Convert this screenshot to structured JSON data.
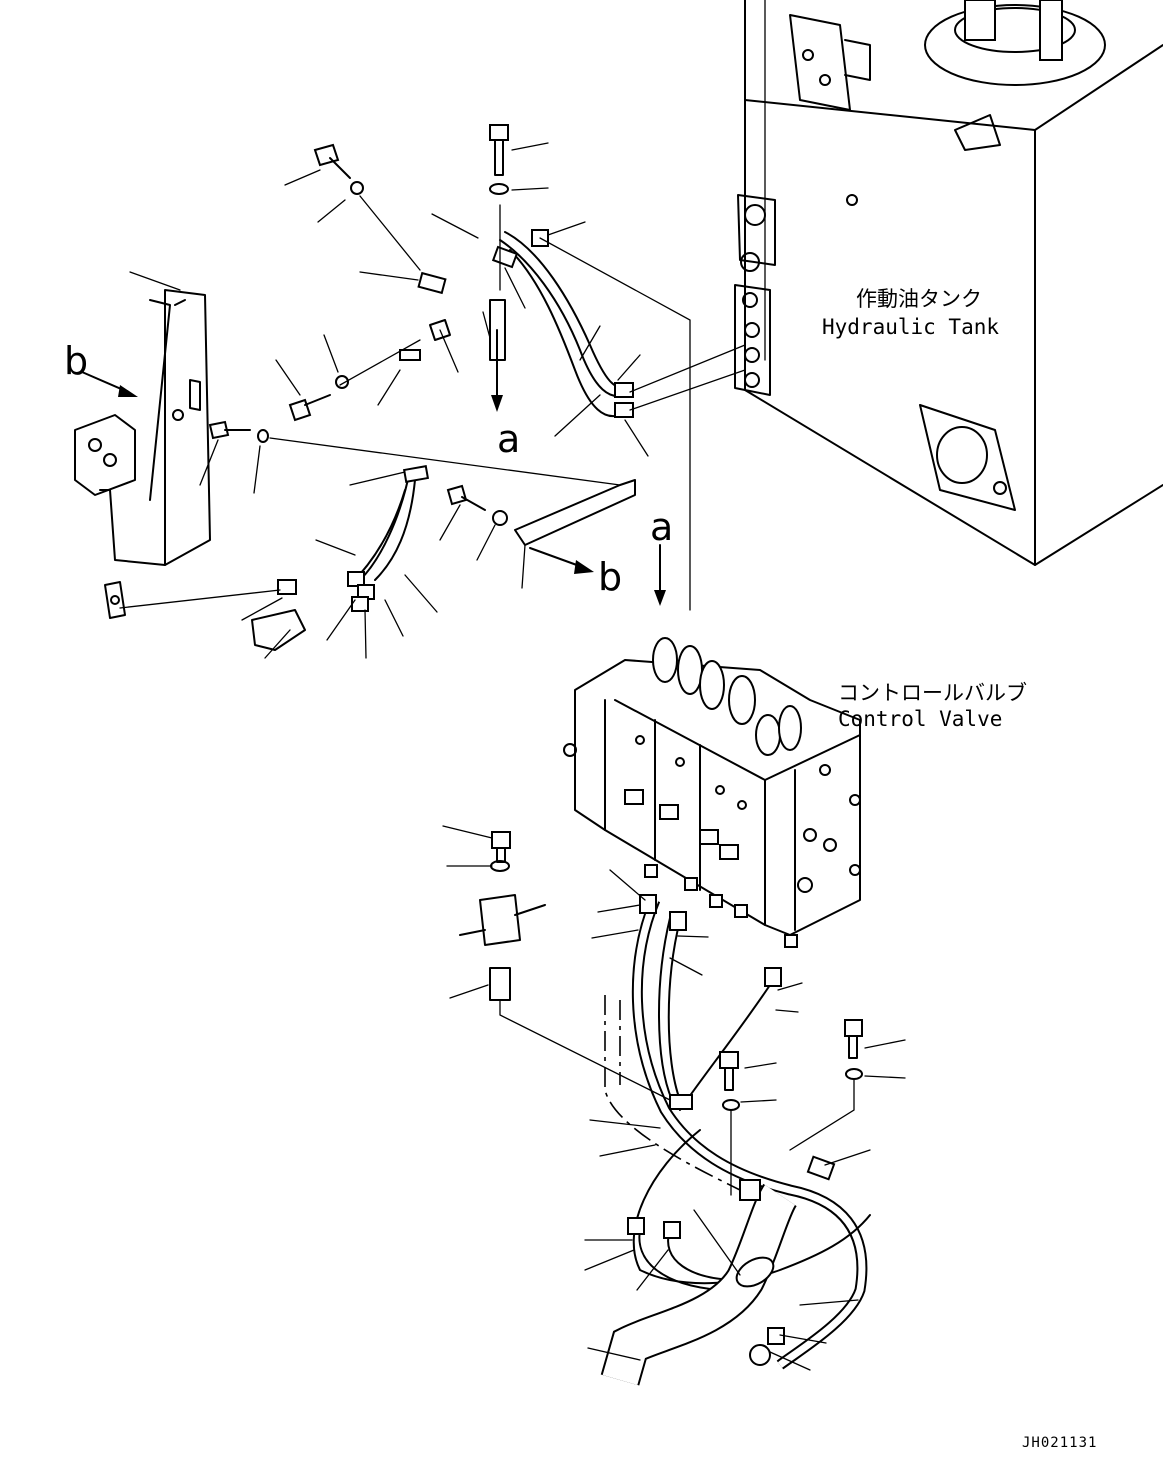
{
  "labels": {
    "tank_jp": "作動油タンク",
    "tank_en": "Hydraulic Tank",
    "valve_jp": "コントロールバルブ",
    "valve_en": "Control Valve"
  },
  "refs": {
    "a": "a",
    "b": "b"
  },
  "drawing_code": "JH021131"
}
